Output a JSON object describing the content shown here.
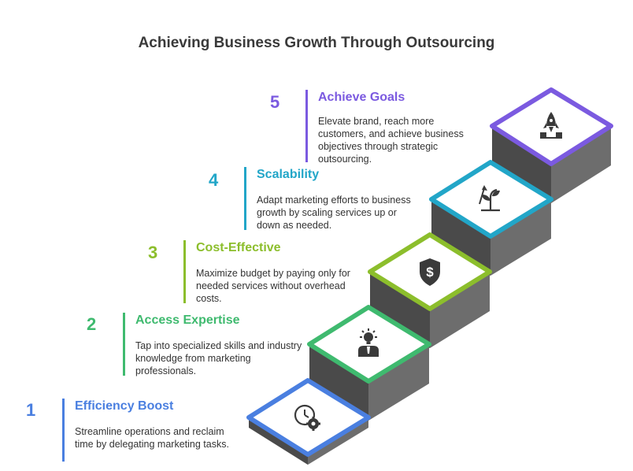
{
  "title": "Achieving Business Growth Through Outsourcing",
  "steps": [
    {
      "number": "1",
      "heading": "Efficiency Boost",
      "description": "Streamline operations and reclaim time by delegating marketing tasks.",
      "color": "#4a7fe0",
      "icon": "clock-gear-icon"
    },
    {
      "number": "2",
      "heading": "Access Expertise",
      "description": "Tap into specialized skills and industry knowledge from marketing professionals.",
      "color": "#3fba6f",
      "icon": "expert-lightbulb-icon"
    },
    {
      "number": "3",
      "heading": "Cost-Effective",
      "description": "Maximize budget by paying only for needed services without overhead costs.",
      "color": "#8cbe2c",
      "icon": "dollar-shield-icon"
    },
    {
      "number": "4",
      "heading": "Scalability",
      "description": "Adapt marketing efforts to business growth by scaling services up or down as needed.",
      "color": "#22a6c8",
      "icon": "growing-plant-icon"
    },
    {
      "number": "5",
      "heading": "Achieve Goals",
      "description": "Elevate brand, reach more customers, and achieve business objectives through strategic outsourcing.",
      "color": "#7b5ae0",
      "icon": "rocket-launch-icon"
    }
  ]
}
